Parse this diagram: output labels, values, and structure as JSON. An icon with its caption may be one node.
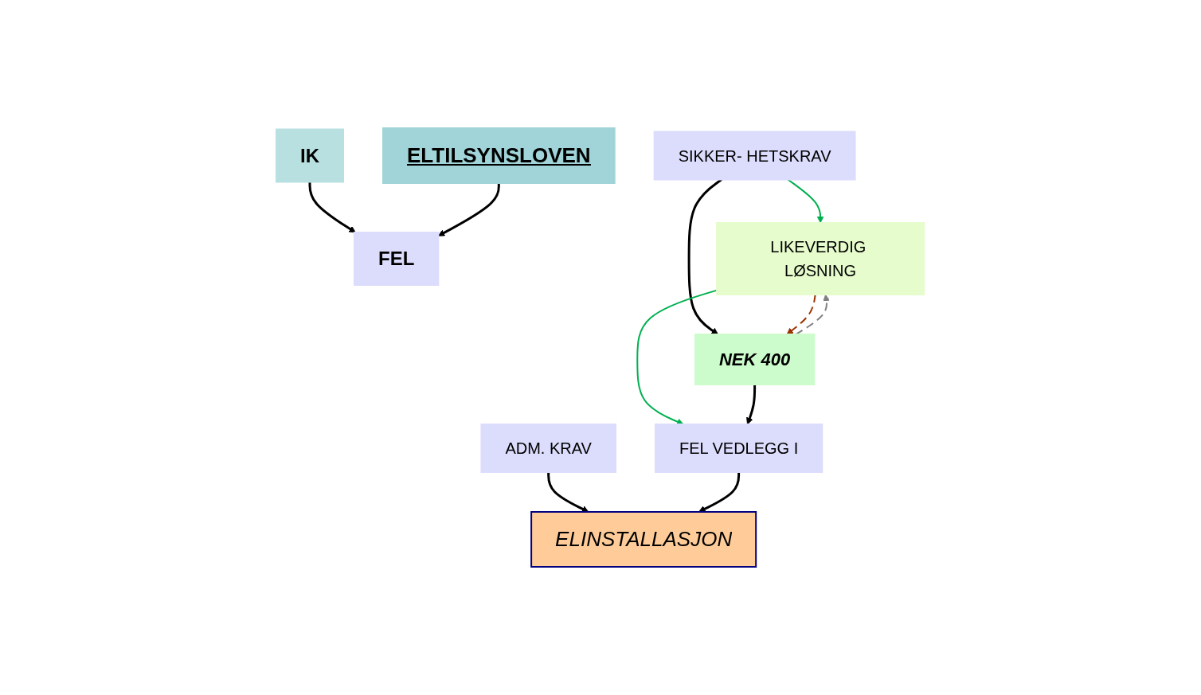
{
  "diagram": {
    "nodes": [
      {
        "text": [
          "ELTILSYNSLOVEN"
        ]
      },
      {
        "text": [
          "IK"
        ]
      },
      {
        "text": [
          "FEL"
        ]
      },
      {
        "text": [
          "SIKKER- HETSKRAV"
        ]
      },
      {
        "text": [
          "ADM. KRAV"
        ]
      },
      {
        "text": [
          "LIKEVERDIG LØSNING"
        ]
      },
      {
        "text": [
          "NEK 400"
        ]
      },
      {
        "text": [
          "FEL VEDLEGG I"
        ]
      },
      {
        "text": [
          "ELINSTALLASJON"
        ]
      }
    ],
    "edges": [
      {
        "from": 1,
        "to": 2,
        "arrow": "to"
      },
      {
        "from": 0,
        "to": 2,
        "arrow": "to"
      },
      {
        "from": 3,
        "to": 5,
        "arrow": "to",
        "color": "#00b050"
      },
      {
        "from": 3,
        "to": 6,
        "arrow": "to"
      },
      {
        "from": 5,
        "to": 6,
        "arrow": "to",
        "style": "dashed",
        "color": "#993300"
      },
      {
        "from": 6,
        "to": 5,
        "arrow": "to",
        "style": "dashed",
        "color": "#808080"
      },
      {
        "from": 5,
        "to": 7,
        "arrow": "to",
        "color": "#00b050"
      },
      {
        "from": 6,
        "to": 7,
        "arrow": "to"
      },
      {
        "from": 4,
        "to": 8,
        "arrow": "to"
      },
      {
        "from": 7,
        "to": 8,
        "arrow": "to"
      }
    ]
  }
}
